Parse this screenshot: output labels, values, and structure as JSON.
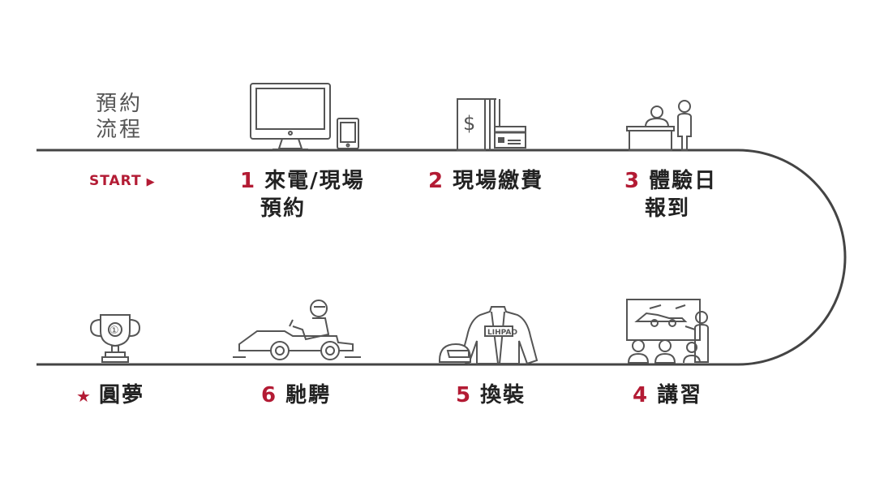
{
  "title": {
    "line1": "預約",
    "line2": "流程"
  },
  "start": {
    "label": "START",
    "arrow": "▶"
  },
  "steps": [
    {
      "num": "1",
      "line1": "來電/現場",
      "line2": "預約"
    },
    {
      "num": "2",
      "line1": "現場繳費",
      "line2": ""
    },
    {
      "num": "3",
      "line1": "體驗日",
      "line2": "報到"
    },
    {
      "num": "4",
      "line1": "講習",
      "line2": ""
    },
    {
      "num": "5",
      "line1": "換裝",
      "line2": ""
    },
    {
      "num": "6",
      "line1": "馳騁",
      "line2": ""
    }
  ],
  "finish": {
    "mark": "★",
    "label": "圓夢"
  },
  "icons": {
    "payment_symbol": "$",
    "suit_brand": "LIHPAO",
    "trophy_badge": "①"
  },
  "colors": {
    "accent": "#b31b34",
    "line": "#444444",
    "icon_stroke": "#555555",
    "text": "#222222"
  }
}
